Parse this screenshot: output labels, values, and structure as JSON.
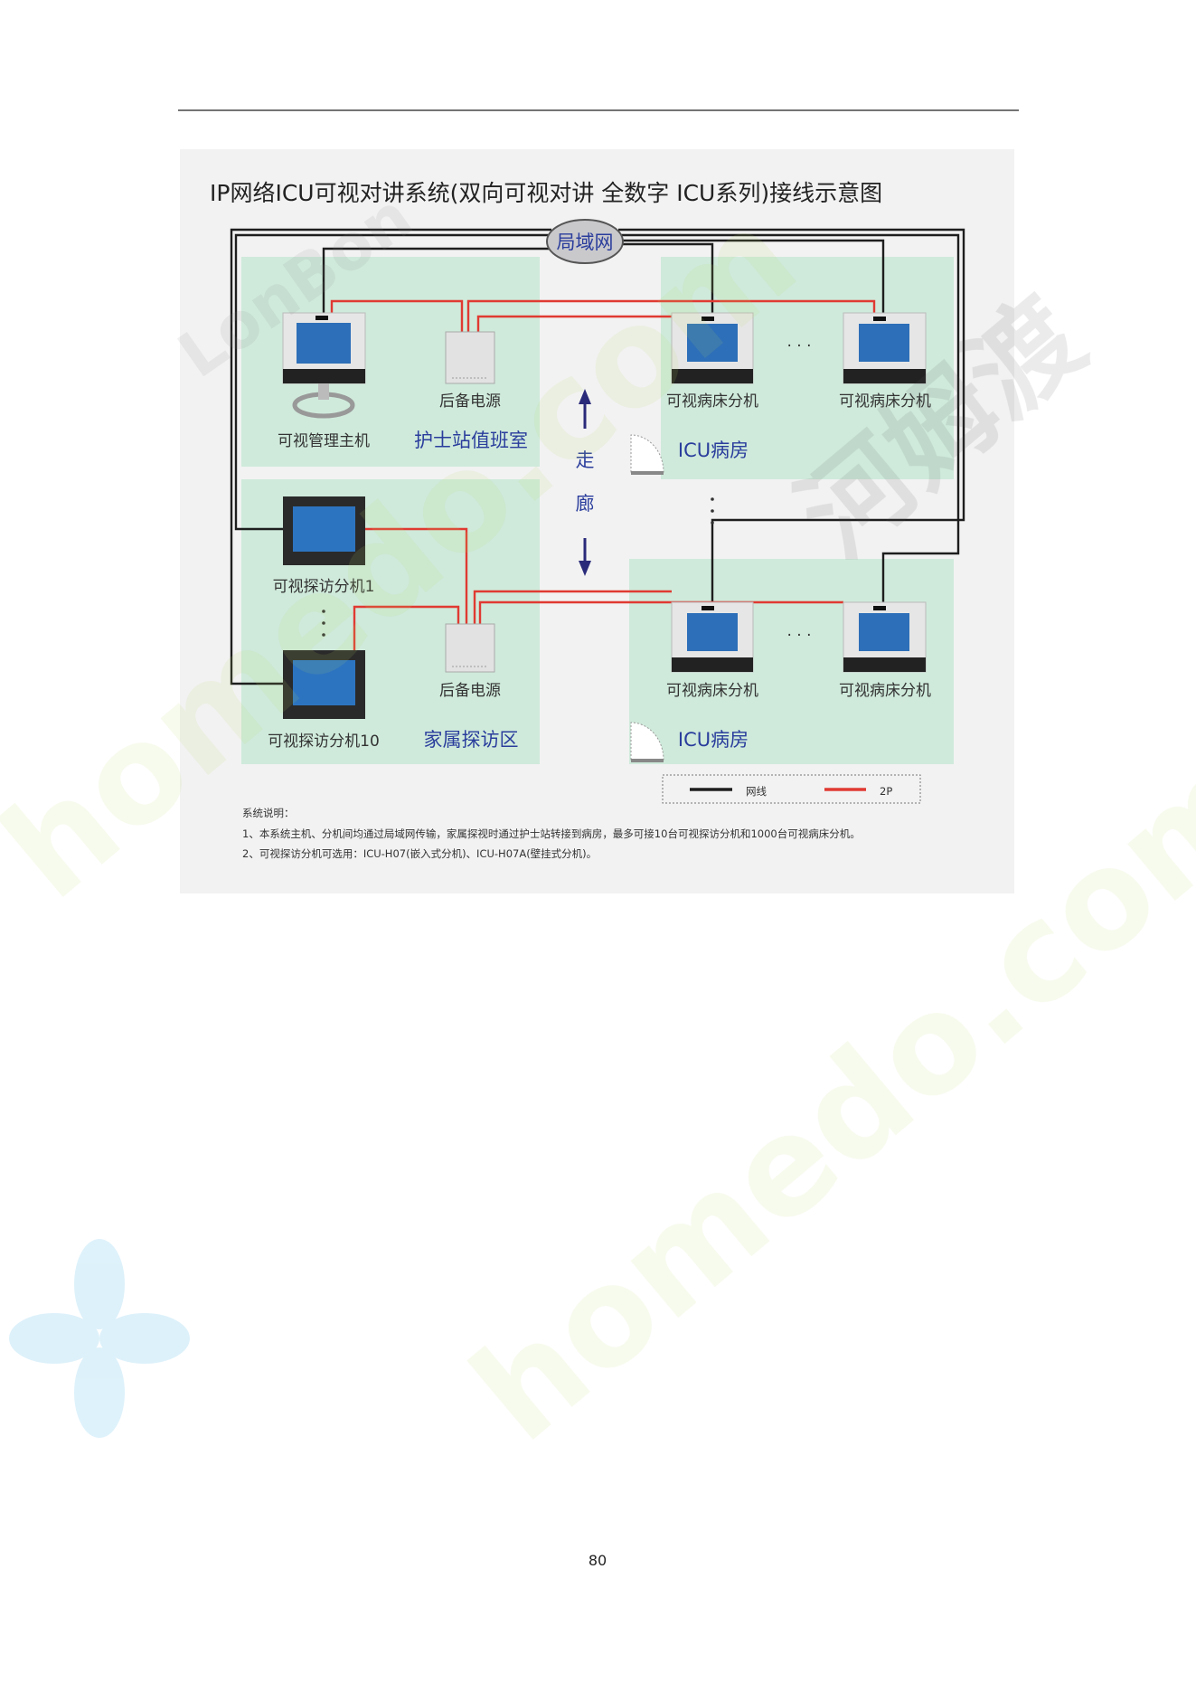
{
  "page": {
    "page_number": "80"
  },
  "diagram": {
    "title": "IP网络ICU可视对讲系统(双向可视对讲 全数字 ICU系列)接线示意图",
    "lan_label": "局域网",
    "corridor": [
      "走",
      "廊"
    ],
    "devices": {
      "management_host": "可视管理主机",
      "backup_power_top": "后备电源",
      "bed_unit_top_1": "可视病床分机",
      "bed_unit_top_2": "可视病床分机",
      "visit_unit_1": "可视探访分机1",
      "visit_unit_10": "可视探访分机10",
      "backup_power_bottom": "后备电源",
      "bed_unit_bottom_1": "可视病床分机",
      "bed_unit_bottom_2": "可视病床分机"
    },
    "zones": {
      "nurse_station": "护士站值班室",
      "icu_room_top": "ICU病房",
      "family_visit_area": "家属探访区",
      "icu_room_bottom": "ICU病房"
    },
    "ellipsis": "· · ·",
    "legend": [
      {
        "label": "网线",
        "color": "#1e1e1e"
      },
      {
        "label": "2P",
        "color": "#e03a32"
      }
    ],
    "notes": {
      "heading": "系统说明：",
      "items": [
        "1、本系统主机、分机间均通过局域网传输，家属探视时通过护士站转接到病房，最多可接10台可视探访分机和1000台可视病床分机。",
        "2、可视探访分机可选用：ICU-H07(嵌入式分机)、ICU-H07A(壁挂式分机)。"
      ]
    }
  },
  "watermarks": {
    "site": "homedo.com",
    "brand": "LonBon",
    "cn": "河姆渡"
  },
  "colors": {
    "zone_fill": "#cfeadb",
    "background": "#f2f2f2",
    "accent_blue": "#2a3d9c"
  }
}
